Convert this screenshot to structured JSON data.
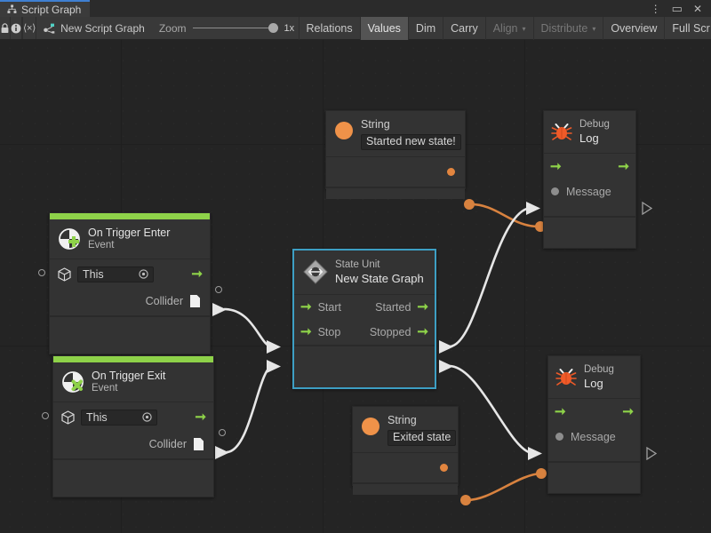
{
  "window": {
    "tab_label": "Script Graph",
    "tab_icon": "graph-icon",
    "controls": {
      "menu": "⋮",
      "maximize": "▭",
      "close": "✕"
    }
  },
  "toolbar": {
    "lock_icon": "lock-icon",
    "info_icon": "info-icon",
    "code_label": "⟨×⟩",
    "graph_icon": "script-graph-icon",
    "graph_name": "New Script Graph",
    "zoom_label": "Zoom",
    "zoom_value": "1x",
    "buttons": [
      {
        "label": "Relations",
        "state": "normal"
      },
      {
        "label": "Values",
        "state": "active"
      },
      {
        "label": "Dim",
        "state": "normal"
      },
      {
        "label": "Carry",
        "state": "normal"
      },
      {
        "label": "Align",
        "state": "disabled",
        "caret": "▾"
      },
      {
        "label": "Distribute",
        "state": "disabled",
        "caret": "▾"
      },
      {
        "label": "Overview",
        "state": "normal"
      },
      {
        "label": "Full Scr",
        "state": "normal"
      }
    ]
  },
  "nodes": {
    "string_top": {
      "type_label": "String",
      "value": "Started new state!",
      "icon": "string-value-icon"
    },
    "debug_log_top": {
      "title_top": "Debug",
      "title_main": "Log",
      "icon": "bug-icon",
      "message_label": "Message"
    },
    "on_trigger_enter": {
      "title_top": "On Trigger Enter",
      "title_sub": "Event",
      "icon": "event-enter-icon",
      "target_value": "This",
      "target_icon": "gameobject-cube-icon",
      "picker_icon": "target-picker-icon",
      "collider_label": "Collider",
      "collider_icon": "collider-doc-icon"
    },
    "on_trigger_exit": {
      "title_top": "On Trigger Exit",
      "title_sub": "Event",
      "icon": "event-exit-icon",
      "target_value": "This",
      "target_icon": "gameobject-cube-icon",
      "picker_icon": "target-picker-icon",
      "collider_label": "Collider",
      "collider_icon": "collider-doc-icon"
    },
    "state_unit": {
      "title_top": "State Unit",
      "title_main": "New  State  Graph",
      "icon": "state-unit-icon",
      "in_start": "Start",
      "in_stop": "Stop",
      "out_started": "Started",
      "out_stopped": "Stopped",
      "selected": true
    },
    "string_bottom": {
      "type_label": "String",
      "value": "Exited state",
      "icon": "string-value-icon"
    },
    "debug_log_bottom": {
      "title_top": "Debug",
      "title_main": "Log",
      "icon": "bug-icon",
      "message_label": "Message"
    }
  },
  "colors": {
    "accent_green": "#8ed249",
    "value_orange": "#e2853f",
    "flow_white": "#e6e6e6",
    "selection_blue": "#3d9fc4",
    "tab_accent": "#3f7fd1",
    "node_bg": "#333333",
    "canvas_bg": "#242424"
  }
}
